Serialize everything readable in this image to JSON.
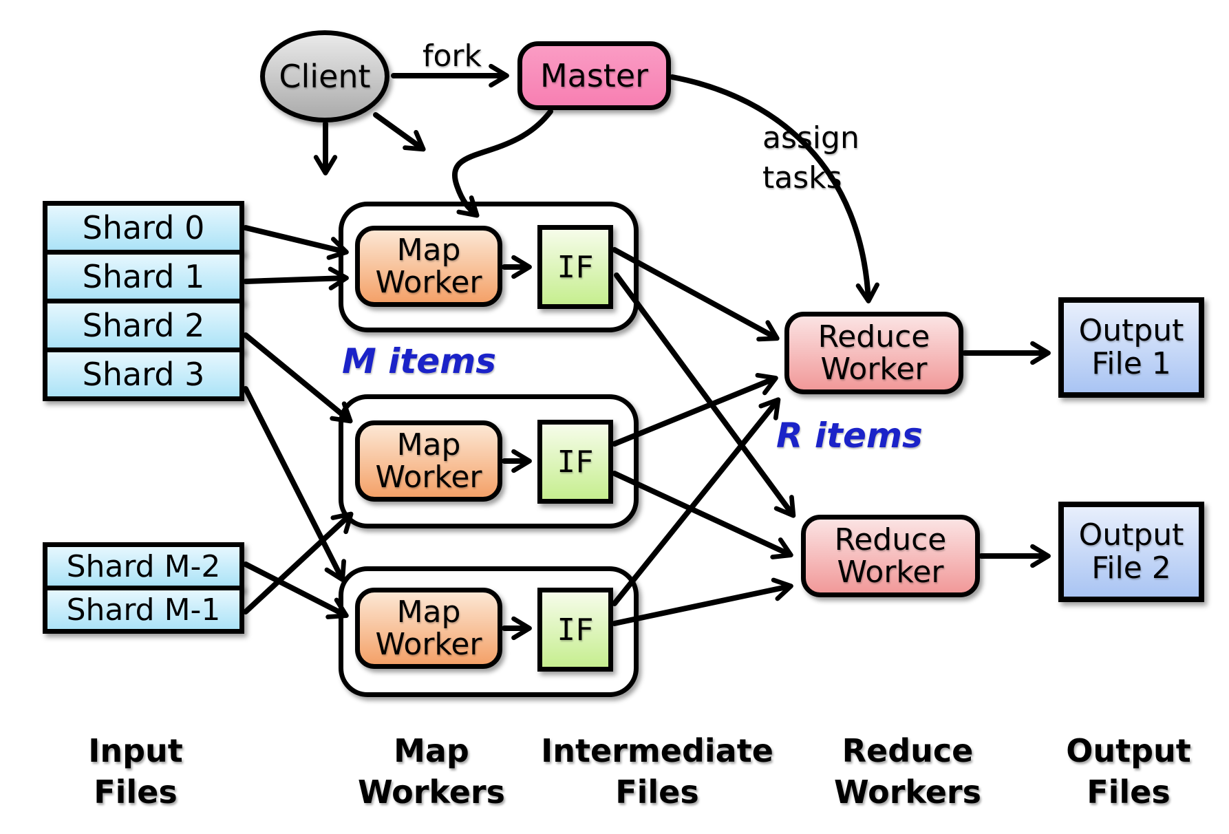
{
  "colors": {
    "client_gray_light": "#e9e9e9",
    "client_gray": "#ababab",
    "master_pink_light": "#fa9cc4",
    "master_pink": "#f77fb2",
    "shard_blue_light": "#e6f7fe",
    "shard_blue": "#ace3f7",
    "map_orange_light": "#fce7d4",
    "map_orange": "#f4a168",
    "if_green_light": "#f6fcea",
    "if_green": "#c6ee8f",
    "reduce_red_light": "#fbe3e3",
    "reduce_red": "#f19999",
    "output_blue_light": "#e8effc",
    "output_blue": "#a9c4f3",
    "note_blue": "#1b23c8",
    "line_black": "#000000"
  },
  "client": {
    "label": "Client"
  },
  "master": {
    "label": "Master"
  },
  "edge_labels": {
    "fork": "fork",
    "assign_tasks": "assign\ntasks"
  },
  "input_shards": {
    "top": [
      "Shard 0",
      "Shard 1",
      "Shard 2",
      "Shard 3"
    ],
    "bottom": [
      "Shard M-2",
      "Shard M-1"
    ]
  },
  "map_groups": [
    {
      "worker": "Map Worker",
      "if": "IF"
    },
    {
      "worker": "Map Worker",
      "if": "IF"
    },
    {
      "worker": "Map Worker",
      "if": "IF"
    }
  ],
  "annotations": {
    "m_items": "M items",
    "r_items": "R items"
  },
  "reduce_workers": [
    {
      "label": "Reduce Worker"
    },
    {
      "label": "Reduce Worker"
    }
  ],
  "output_files": [
    {
      "label": "Output\nFile 1"
    },
    {
      "label": "Output\nFile 2"
    }
  ],
  "column_labels": [
    "Input\nFiles",
    "Map\nWorkers",
    "Intermediate\nFiles",
    "Reduce\nWorkers",
    "Output\nFiles"
  ]
}
